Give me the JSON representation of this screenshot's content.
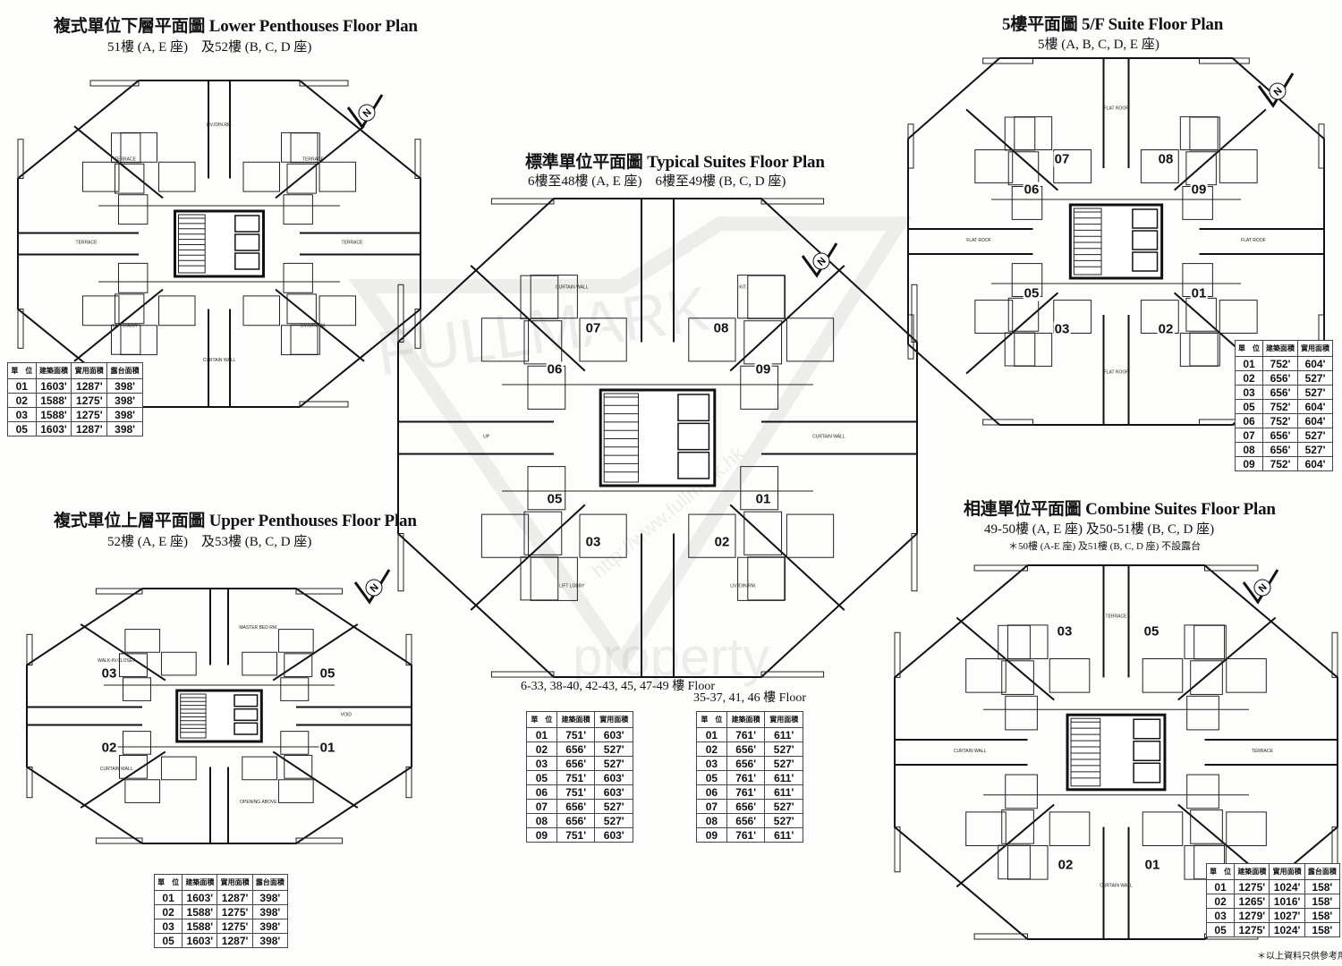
{
  "watermark": {
    "brand": "FULLMARK",
    "sub": "property",
    "url": "http://www.fullmark.hk"
  },
  "table_headers": {
    "unit": "單　位",
    "gross": "建築面積",
    "saleable": "實用面積",
    "balcony": "露台面積"
  },
  "lower_penthouse": {
    "title": "複式單位下層平面圖 Lower Penthouses Floor Plan",
    "subtitle": "51樓 (A, E 座)　及52樓 (B, C, D 座)",
    "labels": [
      "TERRACE",
      "LIV./DIN.RM.",
      "CURTAIN WALL",
      "LIFT LOBBY",
      "TERRACE",
      "TERRACE",
      "LIV./DIN.RM.",
      "TERRACE"
    ],
    "rows": [
      {
        "unit": "01",
        "gross": "1603'",
        "saleable": "1287'",
        "balcony": "398'"
      },
      {
        "unit": "02",
        "gross": "1588'",
        "saleable": "1275'",
        "balcony": "398'"
      },
      {
        "unit": "03",
        "gross": "1588'",
        "saleable": "1275'",
        "balcony": "398'"
      },
      {
        "unit": "05",
        "gross": "1603'",
        "saleable": "1287'",
        "balcony": "398'"
      }
    ]
  },
  "typical": {
    "title": "標準單位平面圖 Typical Suites Floor Plan",
    "subtitle": "6樓至48樓 (A, E 座)　6樓至49樓 (B, C, D 座)",
    "units": [
      "07",
      "08",
      "06",
      "09",
      "05",
      "01",
      "03",
      "02"
    ],
    "labels": [
      "CURTAIN WALL",
      "LIV./DIN.RM.",
      "LIFT LOBBY",
      "UP",
      "CURTAIN WALL",
      "KIT."
    ],
    "table_a": {
      "caption": "6-33, 38-40, 42-43, 45, 47-49 樓 Floor",
      "rows": [
        {
          "unit": "01",
          "gross": "751'",
          "saleable": "603'"
        },
        {
          "unit": "02",
          "gross": "656'",
          "saleable": "527'"
        },
        {
          "unit": "03",
          "gross": "656'",
          "saleable": "527'"
        },
        {
          "unit": "05",
          "gross": "751'",
          "saleable": "603'"
        },
        {
          "unit": "06",
          "gross": "751'",
          "saleable": "603'"
        },
        {
          "unit": "07",
          "gross": "656'",
          "saleable": "527'"
        },
        {
          "unit": "08",
          "gross": "656'",
          "saleable": "527'"
        },
        {
          "unit": "09",
          "gross": "751'",
          "saleable": "603'"
        }
      ]
    },
    "table_b": {
      "caption": "35-37, 41, 46 樓 Floor",
      "rows": [
        {
          "unit": "01",
          "gross": "761'",
          "saleable": "611'"
        },
        {
          "unit": "02",
          "gross": "656'",
          "saleable": "527'"
        },
        {
          "unit": "03",
          "gross": "656'",
          "saleable": "527'"
        },
        {
          "unit": "05",
          "gross": "761'",
          "saleable": "611'"
        },
        {
          "unit": "06",
          "gross": "761'",
          "saleable": "611'"
        },
        {
          "unit": "07",
          "gross": "656'",
          "saleable": "527'"
        },
        {
          "unit": "08",
          "gross": "656'",
          "saleable": "527'"
        },
        {
          "unit": "09",
          "gross": "761'",
          "saleable": "611'"
        }
      ]
    }
  },
  "fifth_floor": {
    "title": "5樓平面圖 5/F Suite Floor Plan",
    "subtitle": "5樓 (A, B, C, D, E 座)",
    "units": [
      "07",
      "08",
      "06",
      "09",
      "05",
      "01",
      "03",
      "02"
    ],
    "labels": [
      "FLAT ROOF",
      "FLAT ROOF",
      "FLAT ROOF",
      "FLAT ROOF"
    ],
    "rows": [
      {
        "unit": "01",
        "gross": "752'",
        "saleable": "604'"
      },
      {
        "unit": "02",
        "gross": "656'",
        "saleable": "527'"
      },
      {
        "unit": "03",
        "gross": "656'",
        "saleable": "527'"
      },
      {
        "unit": "05",
        "gross": "752'",
        "saleable": "604'"
      },
      {
        "unit": "06",
        "gross": "752'",
        "saleable": "604'"
      },
      {
        "unit": "07",
        "gross": "656'",
        "saleable": "527'"
      },
      {
        "unit": "08",
        "gross": "656'",
        "saleable": "527'"
      },
      {
        "unit": "09",
        "gross": "752'",
        "saleable": "604'"
      }
    ]
  },
  "upper_penthouse": {
    "title": "複式單位上層平面圖 Upper Penthouses Floor Plan",
    "subtitle": "52樓 (A, E 座)　及53樓 (B, C, D 座)",
    "units": [
      "03",
      "05",
      "02",
      "01"
    ],
    "labels": [
      "VOID",
      "OPENING ABOVE",
      "CURTAIN WALL",
      "WALK-IN CLOSET",
      "MASTER BED RM."
    ],
    "rows": [
      {
        "unit": "01",
        "gross": "1603'",
        "saleable": "1287'",
        "balcony": "398'"
      },
      {
        "unit": "02",
        "gross": "1588'",
        "saleable": "1275'",
        "balcony": "398'"
      },
      {
        "unit": "03",
        "gross": "1588'",
        "saleable": "1275'",
        "balcony": "398'"
      },
      {
        "unit": "05",
        "gross": "1603'",
        "saleable": "1287'",
        "balcony": "398'"
      }
    ]
  },
  "combine": {
    "title": "相連單位平面圖 Combine Suites Floor Plan",
    "subtitle": "49-50樓 (A, E 座) 及50-51樓 (B, C, D 座)",
    "note": "＊50樓 (A-E 座) 及51樓 (B, C, D 座) 不設露台",
    "units": [
      "03",
      "05",
      "02",
      "01"
    ],
    "labels": [
      "TERRACE",
      "CURTAIN WALL",
      "CURTAIN WALL",
      "TERRACE"
    ],
    "rows": [
      {
        "unit": "01",
        "gross": "1275'",
        "saleable": "1024'",
        "balcony": "158'"
      },
      {
        "unit": "02",
        "gross": "1265'",
        "saleable": "1016'",
        "balcony": "158'"
      },
      {
        "unit": "03",
        "gross": "1279'",
        "saleable": "1027'",
        "balcony": "158'"
      },
      {
        "unit": "05",
        "gross": "1275'",
        "saleable": "1024'",
        "balcony": "158'"
      }
    ]
  },
  "footer": {
    "disclaimer": "＊以上資料只供參考用途"
  },
  "compass": {
    "label": "N"
  }
}
